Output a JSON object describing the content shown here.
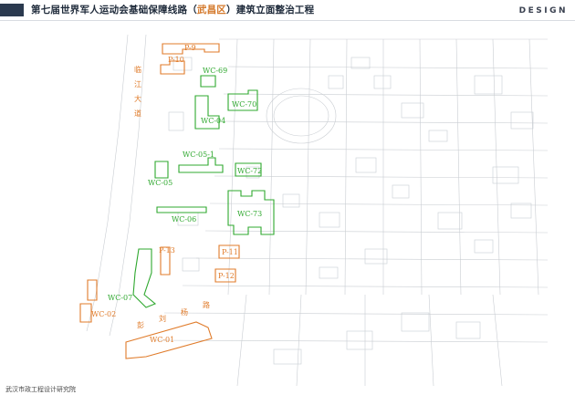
{
  "header": {
    "title_part1": "第七届世界军人运动会基础保障线路（",
    "title_highlight": "武昌区",
    "title_part2": "）建筑立面整治工程",
    "design_label": "DESIGN"
  },
  "map": {
    "roads": {
      "linjiang_chars": [
        "临",
        "江",
        "大",
        "道"
      ],
      "pengliu_chars": [
        "彭",
        "刘",
        "杨",
        "路"
      ]
    },
    "orange_labels": [
      "P-9",
      "P-10",
      "P-13",
      "P-11",
      "P-12",
      "WC-02",
      "WC-01"
    ],
    "green_labels": [
      "WC-69",
      "WC-70",
      "WC-04",
      "WC-05-1",
      "WC-05",
      "WC-72",
      "WC-06",
      "WC-73",
      "WC-07"
    ],
    "colors": {
      "orange": "#e07b2a",
      "green": "#2fa82f",
      "base": "#c9cdd2",
      "header_block": "#2b3a4f"
    }
  },
  "footer": {
    "text": "武汉市政工程设计研究院"
  }
}
